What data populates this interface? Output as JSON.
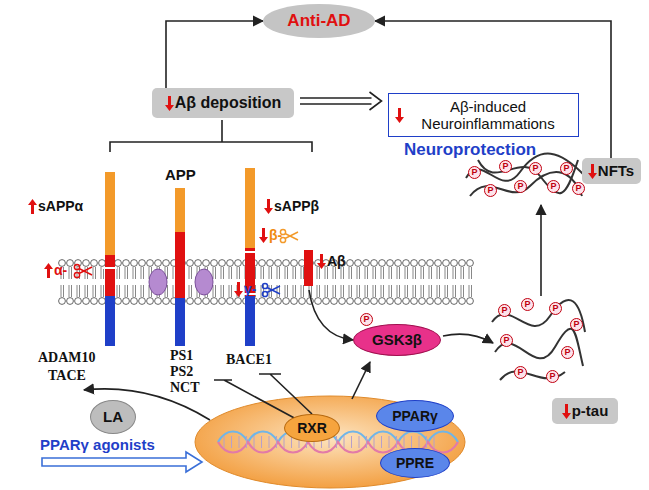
{
  "diagram": {
    "nodes": [
      {
        "text": [
          "Anti-AD"
        ]
      },
      {
        "text": [
          "Aβ deposition"
        ]
      },
      {
        "text": [
          "Aβ-induced Neuroinflammations"
        ]
      },
      {
        "text": [
          "NFTs"
        ]
      },
      {
        "text": [
          "p-tau"
        ]
      },
      {
        "text": [
          "GSK3β"
        ]
      },
      {
        "text": [
          "RXR"
        ]
      },
      {
        "text": [
          "PPARγ"
        ]
      },
      {
        "text": [
          "PPRE"
        ]
      },
      {
        "text": [
          "LA"
        ]
      }
    ],
    "edges": [
      {
        "from": 1,
        "to": 0,
        "arrow": "to"
      },
      {
        "from": 3,
        "to": 0,
        "arrow": "to"
      },
      {
        "from": 1,
        "to": 2,
        "arrow": "to"
      }
    ],
    "labels": [
      "APP",
      "sAPPα",
      "sAPPβ",
      "Aβ",
      "α-",
      "β-",
      "γ-",
      "ADAM10",
      "TACE",
      "PS1",
      "PS2",
      "NCT",
      "BACE1",
      "Neuroprotection",
      "PPARγ agonists",
      "P",
      "P",
      "P",
      "P",
      "P",
      "P",
      "P",
      "P",
      "P",
      "P",
      "P",
      "P",
      "P",
      "P",
      "P",
      "P",
      "P"
    ]
  }
}
